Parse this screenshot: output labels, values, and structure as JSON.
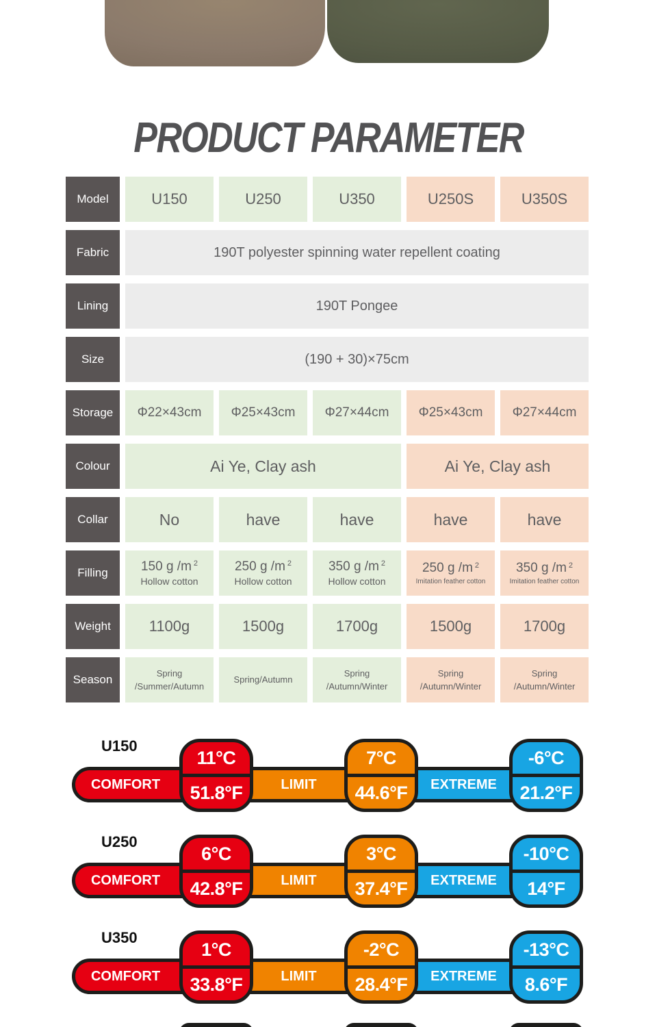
{
  "page": {
    "title": "PRODUCT PARAMETER"
  },
  "colors": {
    "comfort_red": "#e60012",
    "limit_orange": "#f08300",
    "extreme_blue": "#18a5e3",
    "outline_black": "#1d1d1b",
    "green_cell": "#e4efdc",
    "pink_cell": "#f8dbc8",
    "gray_cell": "#ececec",
    "label_cell": "#595454",
    "bag_left_brown": "#8b7a6b",
    "bag_right_olive": "#575c47"
  },
  "specs": {
    "model": {
      "label": "Model",
      "values": [
        "U150",
        "U250",
        "U350",
        "U250S",
        "U350S"
      ]
    },
    "fabric": {
      "label": "Fabric",
      "value": "190T polyester spinning water repellent coating"
    },
    "lining": {
      "label": "Lining",
      "value": "190T Pongee"
    },
    "size": {
      "label": "Size",
      "value": "(190 + 30)×75cm"
    },
    "storage": {
      "label": "Storage",
      "values": [
        "Φ22×43cm",
        "Φ25×43cm",
        "Φ27×44cm",
        "Φ25×43cm",
        "Φ27×44cm"
      ]
    },
    "colour": {
      "label": "Colour",
      "value_standard": "Ai Ye,  Clay ash",
      "value_s": "Ai Ye,  Clay ash"
    },
    "collar": {
      "label": "Collar",
      "values": [
        "No",
        "have",
        "have",
        "have",
        "have"
      ]
    },
    "filling": {
      "label": "Filling",
      "values": [
        {
          "amount": "150 g /m",
          "sup": "2",
          "type": "Hollow cotton"
        },
        {
          "amount": "250 g /m",
          "sup": "2",
          "type": "Hollow cotton"
        },
        {
          "amount": "350 g /m",
          "sup": "2",
          "type": "Hollow cotton"
        },
        {
          "amount": "250 g /m",
          "sup": "2",
          "type": "Imitation feather cotton"
        },
        {
          "amount": "350 g /m",
          "sup": "2",
          "type": "Imitation feather cotton"
        }
      ]
    },
    "weight": {
      "label": "Weight",
      "values": [
        "1100g",
        "1500g",
        "1700g",
        "1500g",
        "1700g"
      ]
    },
    "season": {
      "label": "Season",
      "values": [
        "Spring\n/Summer/Autumn",
        "Spring/Autumn",
        "Spring\n/Autumn/Winter",
        "Spring\n/Autumn/Winter",
        "Spring\n/Autumn/Winter"
      ]
    }
  },
  "temperature": {
    "zone_labels": {
      "comfort": "COMFORT",
      "limit": "LIMIT",
      "extreme": "EXTREME"
    },
    "rows": [
      {
        "model": "U150",
        "comfort_c": "11°C",
        "comfort_f": "51.8°F",
        "limit_c": "7°C",
        "limit_f": "44.6°F",
        "extreme_c": "-6°C",
        "extreme_f": "21.2°F"
      },
      {
        "model": "U250",
        "comfort_c": "6°C",
        "comfort_f": "42.8°F",
        "limit_c": "3°C",
        "limit_f": "37.4°F",
        "extreme_c": "-10°C",
        "extreme_f": "14°F"
      },
      {
        "model": "U350",
        "comfort_c": "1°C",
        "comfort_f": "33.8°F",
        "limit_c": "-2°C",
        "limit_f": "28.4°F",
        "extreme_c": "-13°C",
        "extreme_f": "8.6°F"
      }
    ]
  }
}
